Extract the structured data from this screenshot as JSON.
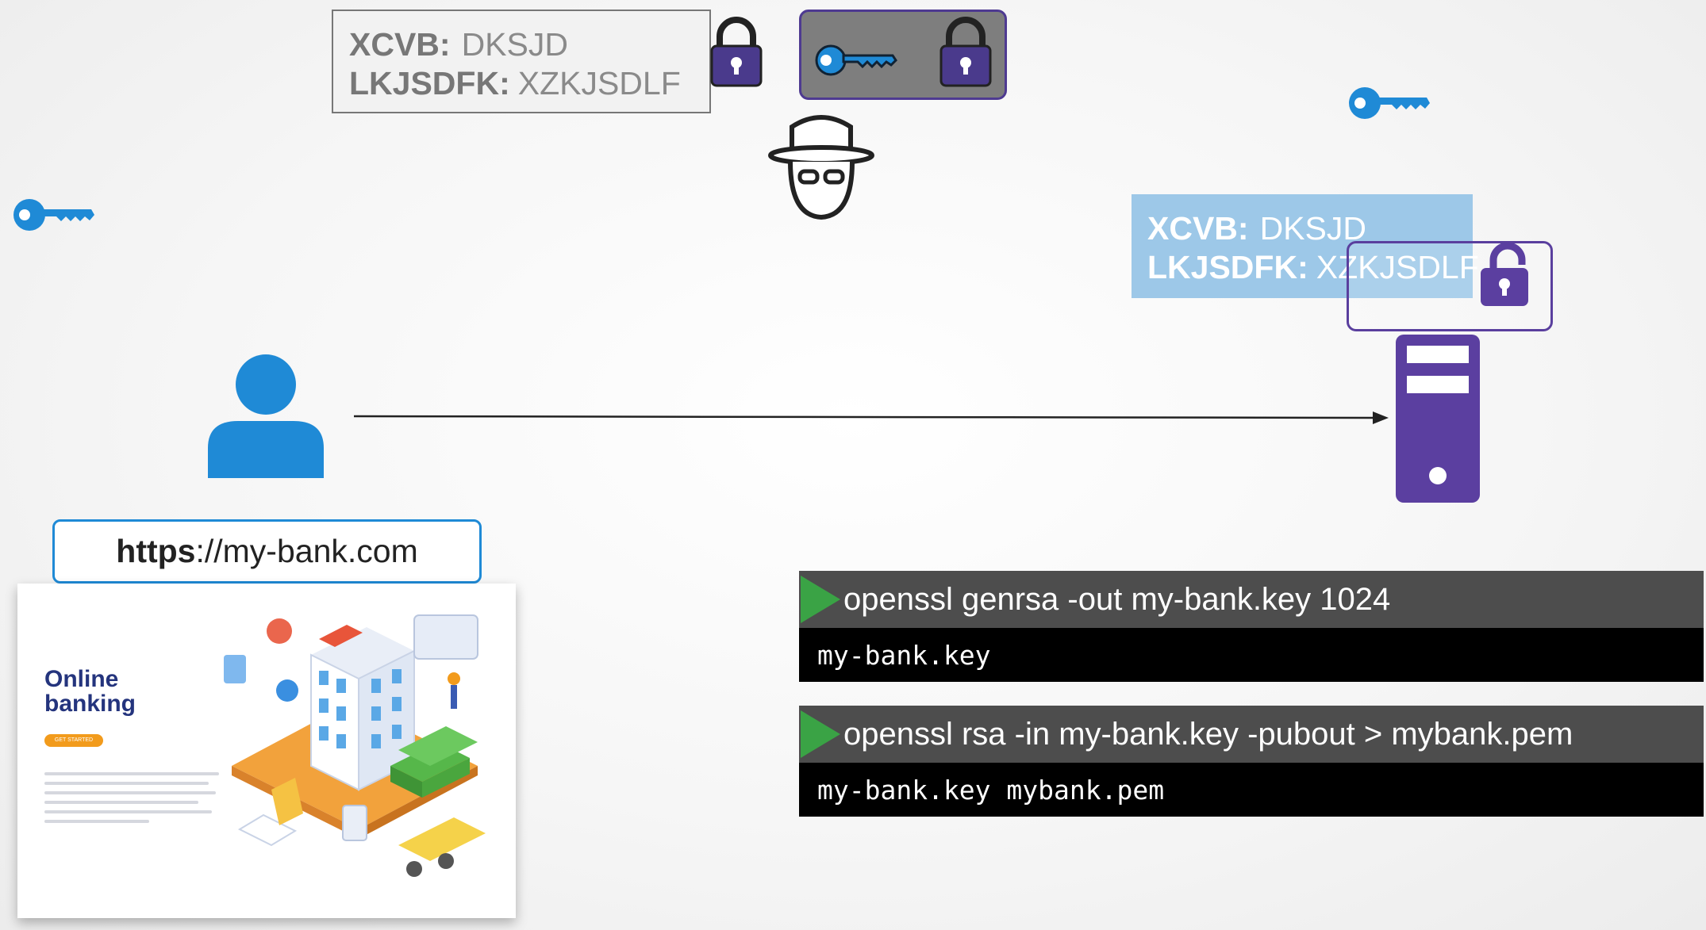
{
  "credentials_intercepted": {
    "line1_label": "XCVB:",
    "line1_value": "DKSJD",
    "line2_label": "LKJSDFK:",
    "line2_value": "XZKJSDLF"
  },
  "credentials_server": {
    "line1_label": "XCVB:",
    "line1_value": "DKSJD",
    "line2_label": "LKJSDFK:",
    "line2_value": "XZKJSDLF"
  },
  "url": {
    "scheme": "https",
    "rest": "://my-bank.com"
  },
  "website_preview": {
    "title_line1": "Online",
    "title_line2": "banking",
    "button_label": "GET STARTED"
  },
  "commands": [
    {
      "command": "openssl genrsa -out my-bank.key 1024",
      "output": "my-bank.key"
    },
    {
      "command": "openssl rsa -in my-bank.key -pubout > mybank.pem",
      "output": "my-bank.key mybank.pem"
    }
  ],
  "colors": {
    "key_blue": "#1f8ad6",
    "lock_purple": "#4a3a8c",
    "server_purple": "#5b3fa0",
    "user_blue": "#1f8ad6",
    "cred_highlight": "#9dc8e8",
    "play_green": "#3aa345"
  },
  "icons": [
    "padlock-icon",
    "key-icon",
    "hacker-icon",
    "user-icon",
    "server-icon",
    "arrow-icon",
    "play-icon"
  ]
}
